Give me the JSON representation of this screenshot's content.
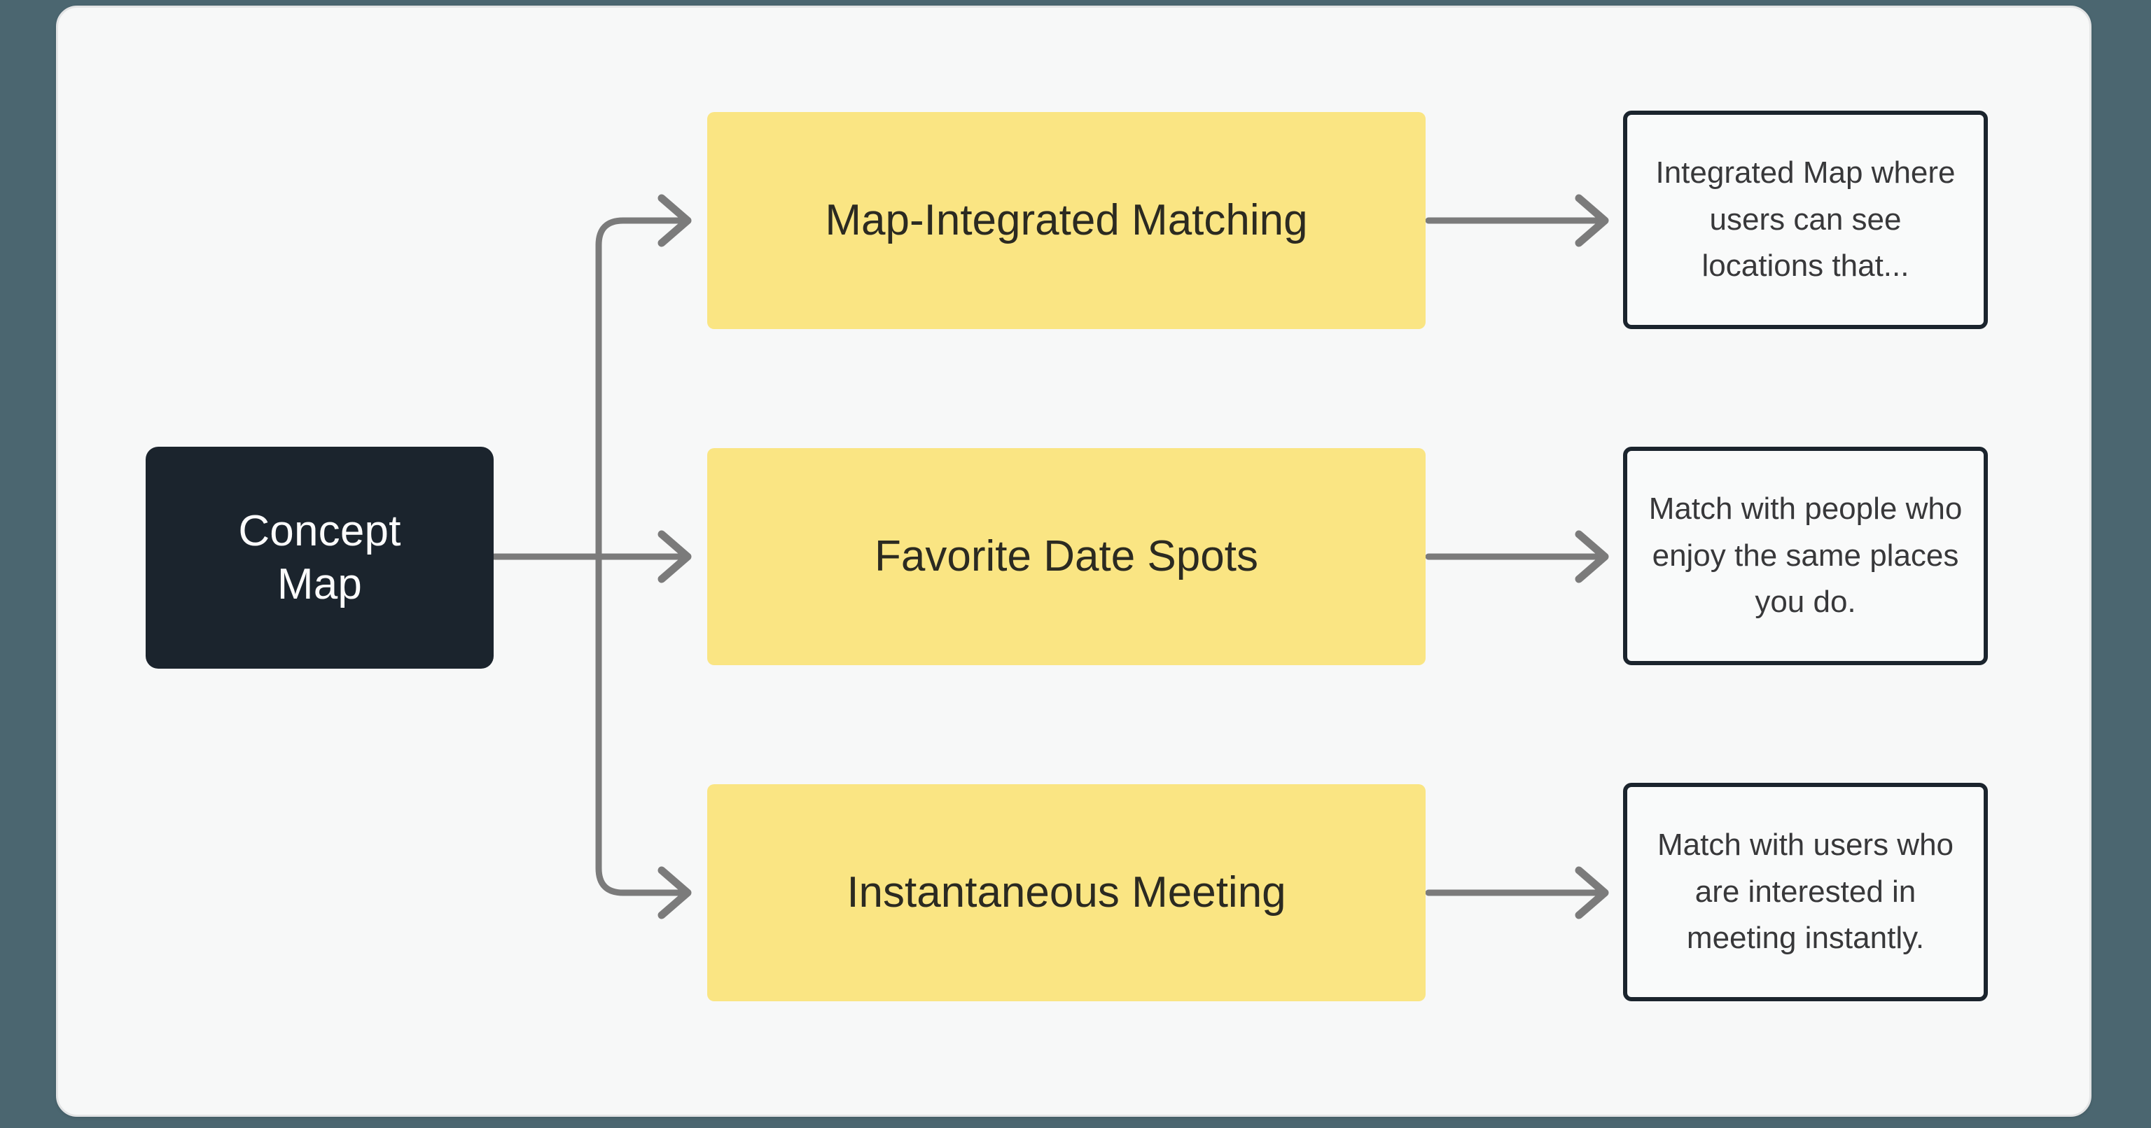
{
  "canvas": {
    "background_color": "#f7f8f8",
    "page_background_color": "#4b6670",
    "border_color": "#e3e4e5"
  },
  "colors": {
    "root_fill": "#1b242d",
    "root_text": "#fbfbfb",
    "branch_fill": "#fae583",
    "branch_text": "#2b2a21",
    "desc_fill": "#f9fafa",
    "desc_border": "#1b242d",
    "desc_text": "#38383a",
    "edge": "#7b7b7b"
  },
  "diagram": {
    "type": "concept-map",
    "root": {
      "label": "Concept Map",
      "line1": "Concept",
      "line2": "Map"
    },
    "branches": [
      {
        "label": "Map-Integrated Matching",
        "description": "Integrated Map where users can see locations that..."
      },
      {
        "label": "Favorite Date Spots",
        "description": "Match with people who enjoy the same places you do."
      },
      {
        "label": "Instantaneous Meeting",
        "description": "Match with users who are interested in meeting instantly."
      }
    ]
  }
}
